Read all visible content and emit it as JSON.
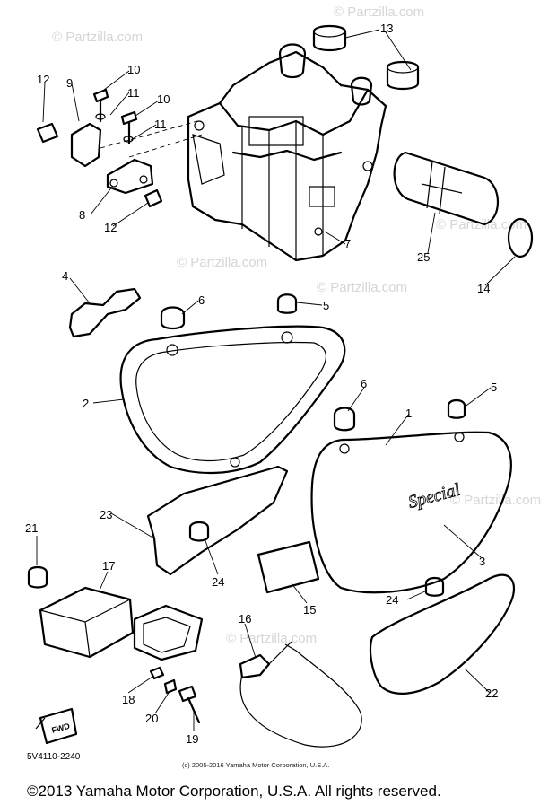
{
  "watermark": "© Partzilla.com",
  "callouts": [
    "1",
    "2",
    "3",
    "4",
    "5",
    "6",
    "7",
    "8",
    "9",
    "10",
    "11",
    "12",
    "13",
    "14",
    "15",
    "16",
    "17",
    "18",
    "19",
    "20",
    "21",
    "22",
    "23",
    "24",
    "25"
  ],
  "diagram_code": "5V4110-2240",
  "small_copyright": "(c) 2005-2016 Yamaha Motor Corporation, U.S.A.",
  "footer_copyright": "©2013 Yamaha Motor Corporation, U.S.A. All rights reserved.",
  "fwd_label": "FWD",
  "emblem_text": "Special"
}
